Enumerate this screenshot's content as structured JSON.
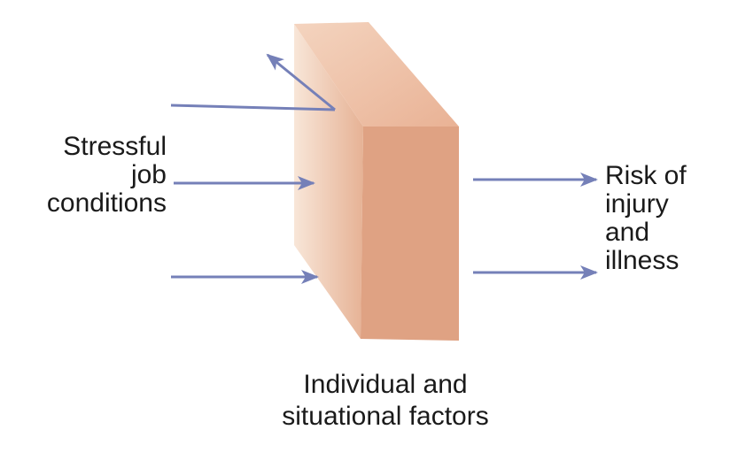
{
  "labels": {
    "input": [
      "Stressful",
      "job",
      "conditions"
    ],
    "output": [
      "Risk of",
      "injury",
      "and",
      "illness"
    ],
    "block": [
      "Individual and",
      "situational factors"
    ]
  },
  "colors": {
    "arrow": "#7580b8",
    "block_front": "#dfa283",
    "block_side_light": "#f7e1d2",
    "block_side_dark": "#e9b89e",
    "block_top_light": "#f2cdb4",
    "block_top_dark": "#e7ad8f",
    "text": "#1a1a1a"
  }
}
